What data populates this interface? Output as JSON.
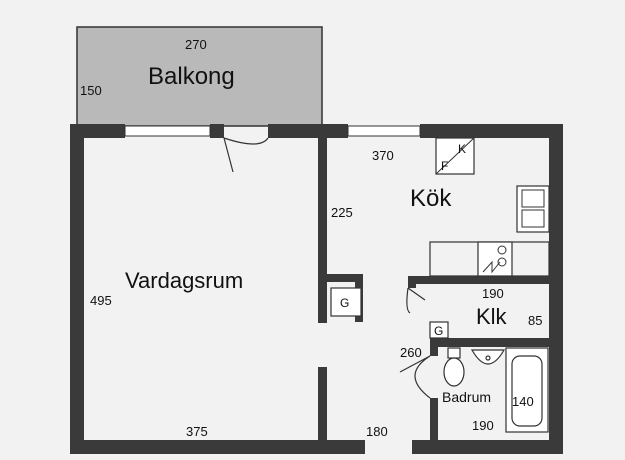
{
  "rooms": {
    "balkong": "Balkong",
    "vardagsrum": "Vardagsrum",
    "kok": "Kök",
    "klk": "Klk",
    "badrum": "Badrum"
  },
  "dimensions": {
    "balkong_width": "270",
    "balkong_depth": "150",
    "vardagsrum_height": "495",
    "vardagsrum_width": "375",
    "hall_width": "180",
    "kok_width": "370",
    "kok_depth": "225",
    "klk_width": "190",
    "klk_depth": "85",
    "badrum_depth": "260",
    "badrum_width": "190",
    "badkar_length": "140"
  },
  "fixtures": {
    "kok_f": "F",
    "kok_k": "K",
    "garderob_vardagsrum": "G",
    "garderob_hall": "G"
  },
  "colors": {
    "wall": "#3a3a3a",
    "balcony_fill": "#b9b9b9",
    "paper": "#f2f2f2"
  }
}
